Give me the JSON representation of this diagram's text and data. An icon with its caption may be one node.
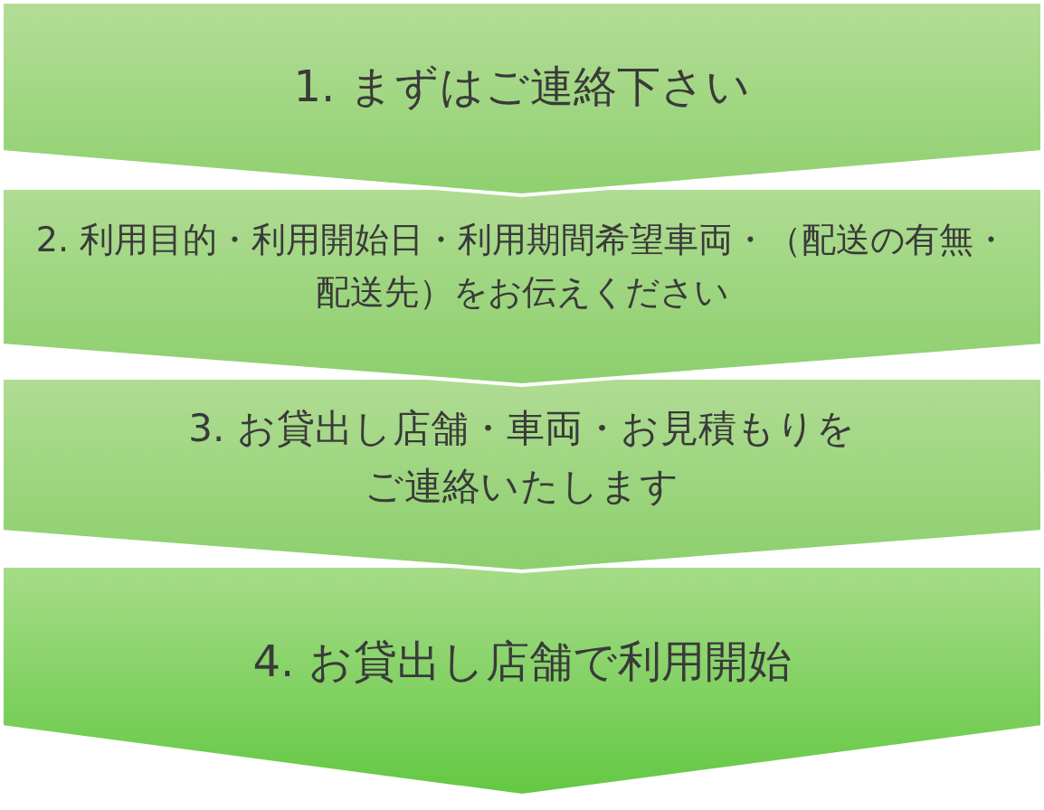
{
  "diagram": {
    "nodes": [
      {
        "text": [
          "1. まずはご連絡下さい"
        ]
      },
      {
        "text": [
          "2. 利用目的・利用開始日・利用期間希望車両・（配送の有無・配送先）をお伝えください"
        ]
      },
      {
        "text": [
          "3. お貸出し店舗・車両・お見積もりをご連絡いたします"
        ]
      },
      {
        "text": [
          "4. お貸出し店舗で利用開始"
        ]
      }
    ]
  }
}
